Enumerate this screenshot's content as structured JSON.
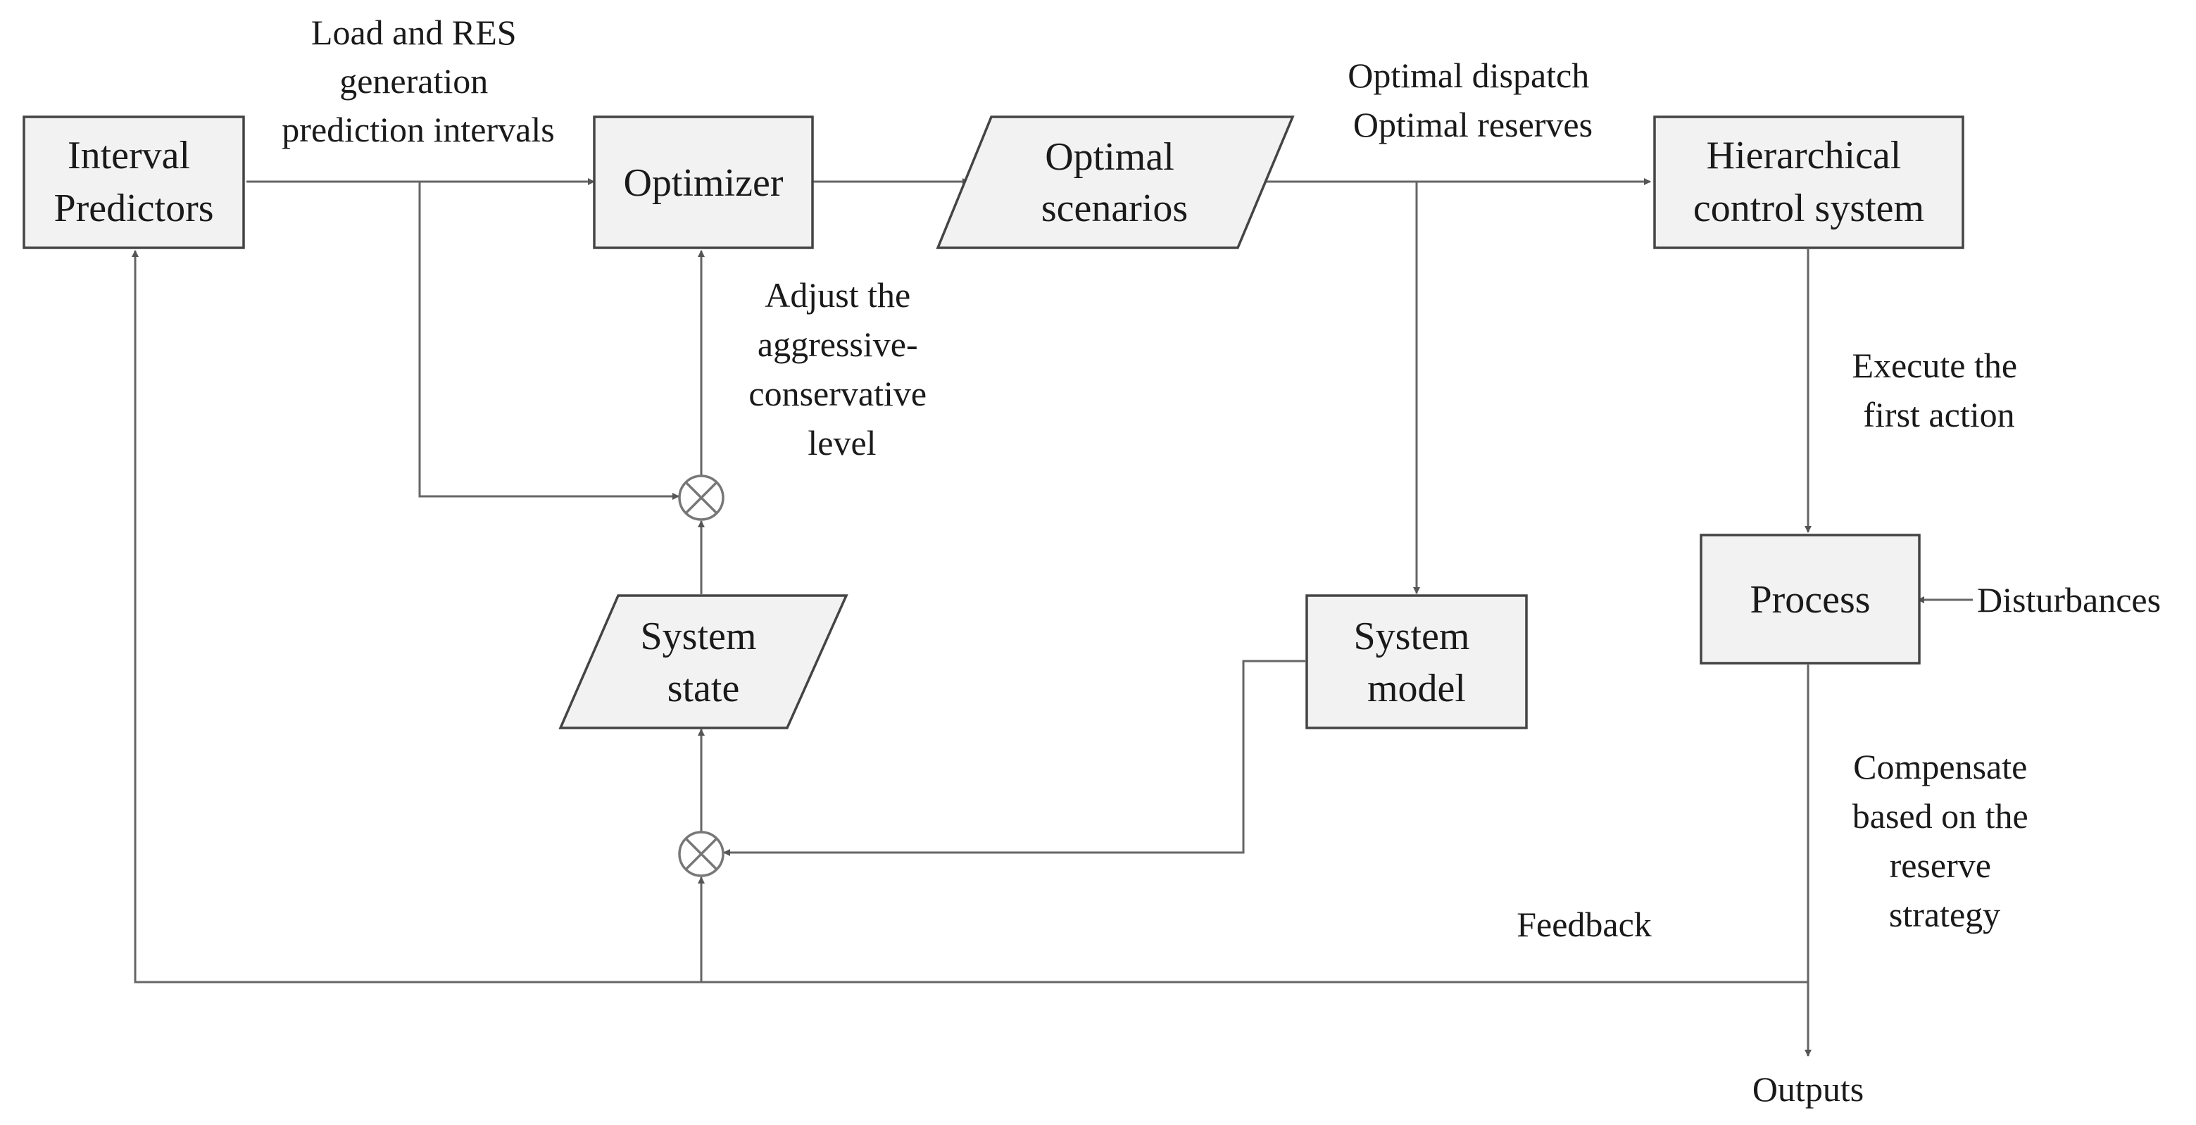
{
  "nodes": {
    "interval_predictors": [
      "Interval",
      "Predictors"
    ],
    "optimizer": [
      "Optimizer"
    ],
    "optimal_scenarios": [
      "Optimal",
      "scenarios"
    ],
    "hierarchical_control": [
      "Hierarchical",
      "control system"
    ],
    "process": [
      "Process"
    ],
    "system_state": [
      "System",
      "state"
    ],
    "system_model": [
      "System",
      "model"
    ]
  },
  "edge_labels": {
    "prediction_intervals": [
      "Load and  RES",
      "generation",
      "prediction intervals"
    ],
    "optimal_outputs": [
      "Optimal dispatch",
      "Optimal reserves"
    ],
    "adjust_level": [
      "Adjust the",
      "aggressive-",
      "conservative",
      "level"
    ],
    "execute_action": [
      "Execute the",
      "first action"
    ],
    "disturbances": "Disturbances",
    "compensate": [
      "Compensate",
      "based on the",
      "reserve",
      "strategy"
    ],
    "feedback": "Feedback",
    "outputs": "Outputs"
  }
}
